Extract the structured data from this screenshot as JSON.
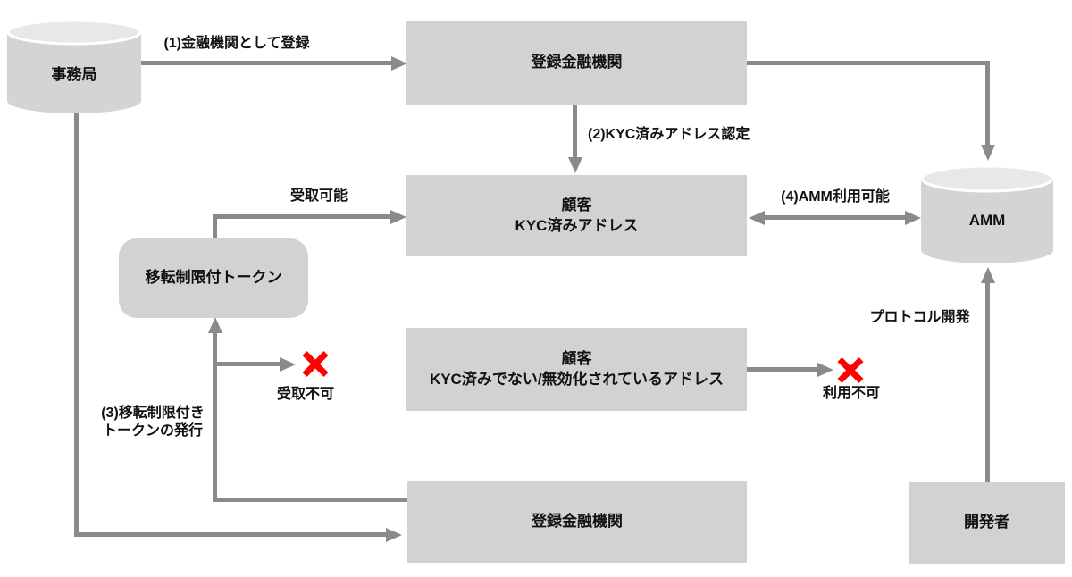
{
  "nodes": {
    "secretariat": {
      "label": "事務局",
      "shape": "cylinder"
    },
    "registered_fi_top": {
      "label": "登録金融機関",
      "shape": "rect"
    },
    "customer_kyc": {
      "label_line1": "顧客",
      "label_line2": "KYC済みアドレス",
      "shape": "rect"
    },
    "amm": {
      "label": "AMM",
      "shape": "cylinder"
    },
    "restricted_token": {
      "label": "移転制限付トークン",
      "shape": "rounded-rect"
    },
    "customer_non_kyc": {
      "label_line1": "顧客",
      "label_line2": "KYC済みでない/無効化されているアドレス",
      "shape": "rect"
    },
    "registered_fi_bottom": {
      "label": "登録金融機関",
      "shape": "rect"
    },
    "developer": {
      "label": "開発者",
      "shape": "rect"
    }
  },
  "edges": {
    "register_fi": {
      "label": "(1)金融機関として登録"
    },
    "kyc_certify": {
      "label": "(2)KYC済みアドレス認定"
    },
    "issue_token": {
      "label_line1": "(3)移転制限付き",
      "label_line2": "トークンの発行"
    },
    "amm_usable": {
      "label": "(4)AMM利用可能"
    },
    "receivable": {
      "label": "受取可能"
    },
    "not_receivable": {
      "label": "受取不可"
    },
    "not_usable": {
      "label": "利用不可"
    },
    "protocol_dev": {
      "label": "プロトコル開発"
    }
  },
  "colors": {
    "background": "#ffffff",
    "box_fill": "#d2d2d2",
    "cylinder_fill": "#d4d4d4",
    "cylinder_top_fill": "#e8e8e8",
    "arrow": "#8a8a8a",
    "cross": "#ff0000",
    "text": "#111111"
  }
}
